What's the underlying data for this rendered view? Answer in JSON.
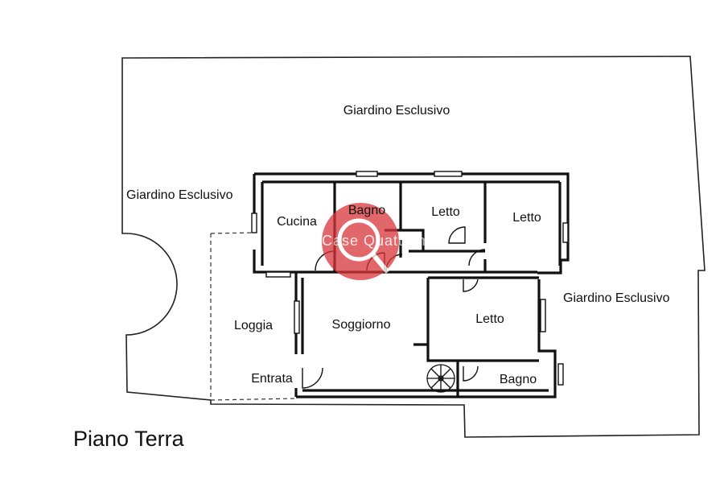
{
  "plan": {
    "title": "Piano Terra",
    "rooms": {
      "garden_top": "Giardino Esclusivo",
      "garden_left": "Giardino Esclusivo",
      "garden_right": "Giardino Esclusivo",
      "cucina": "Cucina",
      "bagno_top": "Bagno",
      "letto_1": "Letto",
      "letto_2": "Letto",
      "letto_3": "Letto",
      "loggia": "Loggia",
      "soggiorno": "Soggiorno",
      "entrata": "Entrata",
      "bagno_bottom": "Bagno"
    }
  },
  "watermark": {
    "text": "Case Quattromuri",
    "color": "#d9353a"
  }
}
